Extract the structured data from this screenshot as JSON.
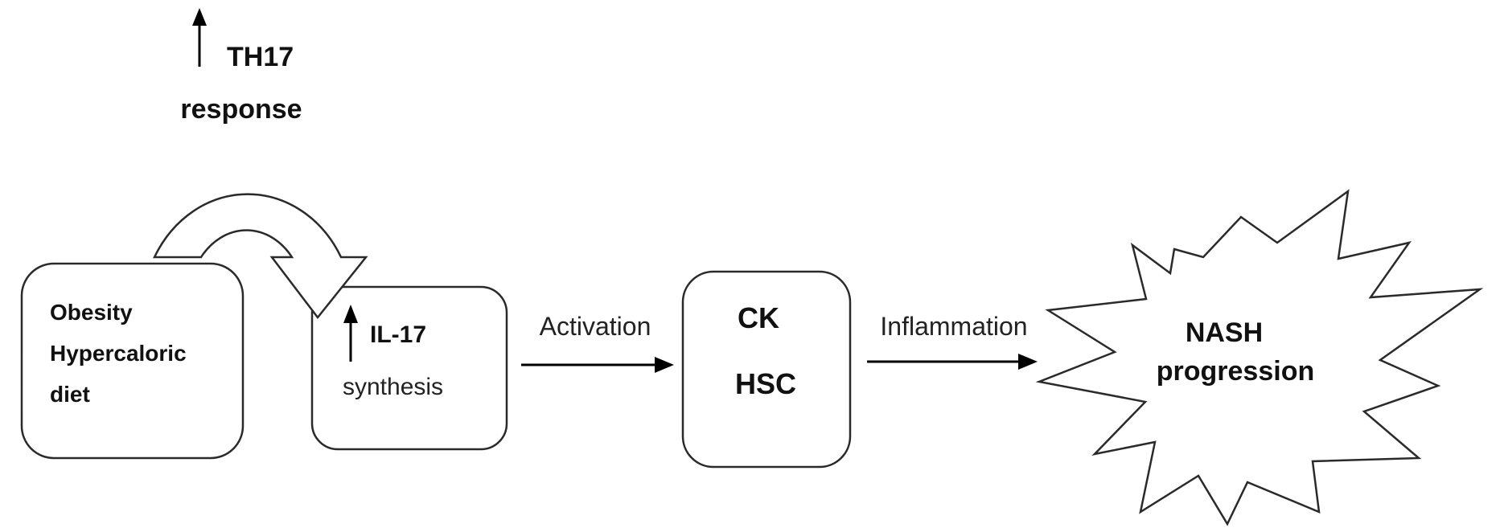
{
  "diagram": {
    "top_label": {
      "line1": "TH17",
      "line2": "response"
    },
    "nodes": {
      "obesity": {
        "line1": "Obesity",
        "line2": "Hypercaloric",
        "line3": "diet"
      },
      "il17": {
        "line1": "IL-17",
        "line2": "synthesis"
      },
      "ck_hsc": {
        "line1": "CK",
        "line2": "HSC"
      },
      "nash": {
        "line1": "NASH",
        "line2": "progression"
      }
    },
    "edges": {
      "activation": "Activation",
      "inflammation": "Inflammation"
    }
  }
}
